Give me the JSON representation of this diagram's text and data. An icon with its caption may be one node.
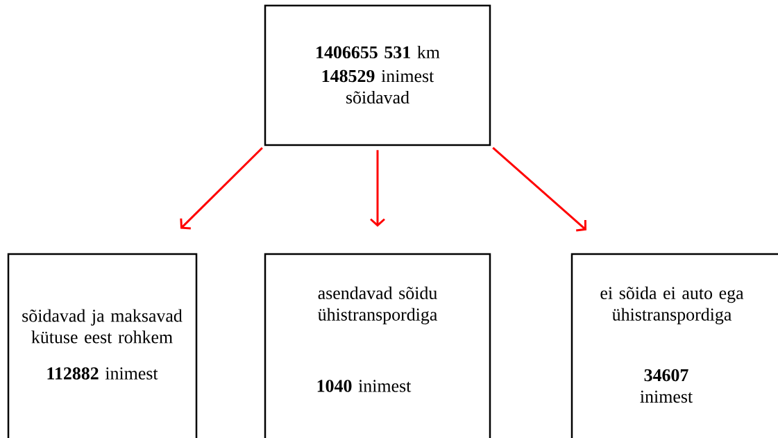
{
  "diagram": {
    "nodes": [
      {
        "text": [
          "**1406655 531** km",
          "**148529** inimest sõidavad"
        ]
      },
      {
        "text": [
          "sõidavad ja maksavad kütuse eest rohkem",
          "**112882** inimest"
        ]
      },
      {
        "text": [
          "asendavad sõidu ühistranspordiga",
          "**1040** inimest"
        ]
      },
      {
        "text": [
          "ei sõida ei auto ega ühistranspordiga",
          "**34607** inimest"
        ]
      }
    ],
    "edges": [
      {
        "from": 0,
        "to": 1,
        "arrow": "to"
      },
      {
        "from": 0,
        "to": 2,
        "arrow": "to"
      },
      {
        "from": 0,
        "to": 3,
        "arrow": "to"
      }
    ]
  }
}
